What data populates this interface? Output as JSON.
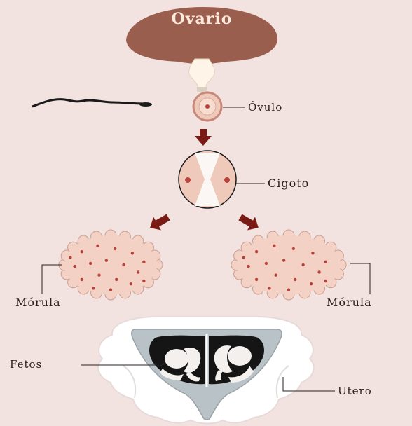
{
  "diagram": {
    "title": "Ovario",
    "labels": {
      "ovulo": "Óvulo",
      "cigoto": "Cigoto",
      "morula_left": "Mórula",
      "morula_right": "Mórula",
      "fetos": "Fetos",
      "utero": "Utero"
    }
  },
  "colors": {
    "background": "#f2e2e0",
    "ovary": "#9a5e4e",
    "arrow": "#7a1a14",
    "cell_fill": "#efcabb",
    "morula_fill": "#f3d2c5",
    "uterus_wall": "#ffffff",
    "uterus_cavity": "#b9c2c6"
  }
}
